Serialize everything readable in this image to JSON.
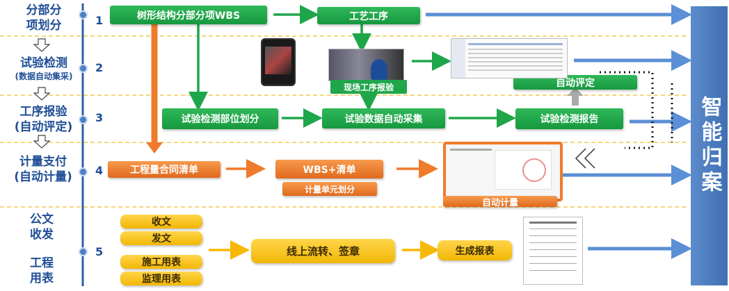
{
  "stages": [
    {
      "label": "分部分",
      "label2": "项划分",
      "sub": "",
      "num": "1"
    },
    {
      "label": "试验检测",
      "label2": "",
      "sub": "(数据自动集采)",
      "num": "2"
    },
    {
      "label": "工序报验",
      "label2": "(自动评定)",
      "sub": "",
      "num": "3"
    },
    {
      "label": "计量支付",
      "label2": "(自动计量)",
      "sub": "",
      "num": "4"
    },
    {
      "label": "公文",
      "label2": "收发",
      "sub": "",
      "num": "5"
    },
    {
      "label": "工程",
      "label2": "用表",
      "sub": ""
    }
  ],
  "boxes": {
    "wbs": "树形结构分部分项WBS",
    "process": "工艺工序",
    "site_inspection": "现场工序报验",
    "auto_eval": "自动评定",
    "test_division": "试验检测部位划分",
    "auto_collect": "试验数据自动采集",
    "test_report": "试验检测报告",
    "contract_list": "工程量合同清单",
    "wbs_list": "WBS+清单",
    "meter_unit": "计量单元划分",
    "auto_meter": "自动计量",
    "receive": "收文",
    "send": "发文",
    "construction_form": "施工用表",
    "supervision_form": "监理用表",
    "online_flow": "线上流转、签章",
    "generate_report": "生成报表"
  },
  "archive": "智能归案",
  "colors": {
    "green": "#1fa64a",
    "orange": "#ef7b2b",
    "yellow": "#f7c21b",
    "blue_arrow": "#5b8fd6",
    "stage_text": "#1f4e96",
    "divider": "#f2c94c"
  }
}
